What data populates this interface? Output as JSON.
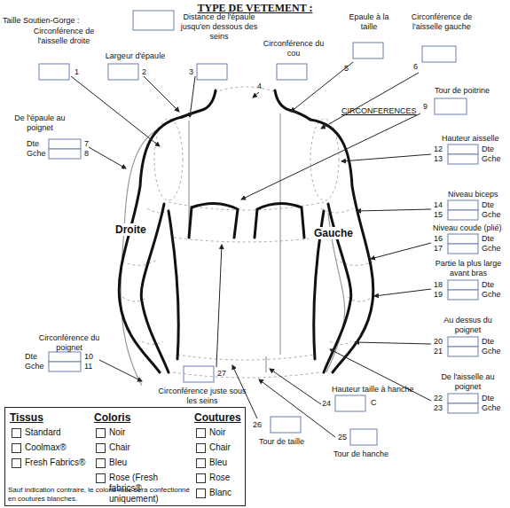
{
  "diagram": {
    "title": "TYPE DE VETEMENT :",
    "nodes": [
      {
        "text": [
          "Tissus",
          "Coloris",
          "Coutures",
          "Standard",
          "Coolmax®",
          "Fresh Fabrics®",
          "Noir",
          "Chair",
          "Bleu",
          "Rose (Fresh fabrics® uniquement)",
          "Noir",
          "Chair",
          "Bleu",
          "Rose",
          "Blanc",
          "Sauf indication contraire, le coloris rose sera confectionné en coutures blanches."
        ]
      }
    ],
    "labels": [
      "Taille Soutien-Gorge :",
      "Circonférence de l'aisselle droite",
      "1",
      "Largeur d'épaule",
      "2",
      "Distance de l'épaule jusqu'en dessous des seins",
      "3",
      "Circonférence du cou",
      "4",
      "Epaule à la taille",
      "5",
      "Circonférence de l'aisselle gauche",
      "6",
      "Tour de poitrine",
      "CIRCONFERENCES",
      "9",
      "De l'épaule au poignet",
      "Dte",
      "Gche",
      "7",
      "8",
      "Hauteur aisselle",
      "12",
      "13",
      "Dte",
      "Gche",
      "Niveau biceps",
      "14",
      "15",
      "Dte",
      "Gche",
      "Niveau coude (plié)",
      "16",
      "17",
      "Dte",
      "Gche",
      "Partie la plus large avant bras",
      "18",
      "19",
      "Dte",
      "Gche",
      "Au dessus du poignet",
      "20",
      "21",
      "Dte",
      "Gche",
      "De l'aisselle au poignet",
      "22",
      "23",
      "Dte",
      "Gche",
      "Circonférence du poignet",
      "Dte",
      "Gche",
      "10",
      "11",
      "27",
      "Circonférence juste sous les seins",
      "Hauteur taille à hanche",
      "24",
      "C",
      "26",
      "Tour de taille",
      "25",
      "Tour de hanche",
      "Droite",
      "Gauche"
    ]
  }
}
